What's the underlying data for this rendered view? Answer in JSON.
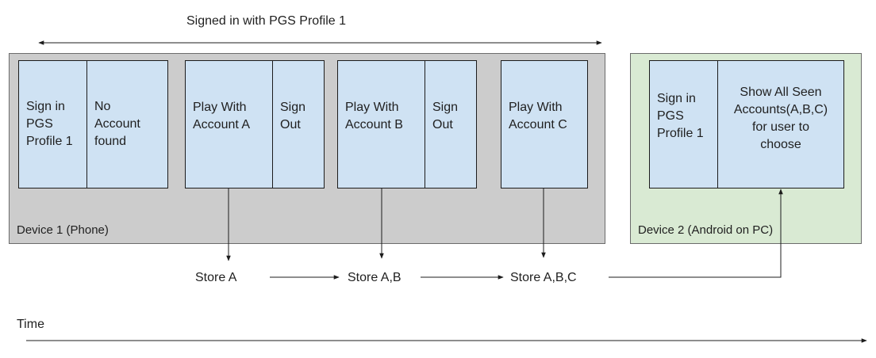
{
  "top_label": "Signed in with PGS Profile 1",
  "time_label": "Time",
  "colors": {
    "device1_bg": "#cccccc",
    "device2_bg": "#d9ead3",
    "cell_bg": "#cfe2f3",
    "line": "#1c1c1c"
  },
  "device1": {
    "label": "Device 1 (Phone)",
    "groups": [
      {
        "cells": [
          "Sign in\nPGS\nProfile 1",
          "No\nAccount\nfound"
        ]
      },
      {
        "cells": [
          "Play With\nAccount A",
          "Sign\nOut"
        ]
      },
      {
        "cells": [
          "Play With\nAccount B",
          "Sign\nOut"
        ]
      },
      {
        "cells": [
          "Play With\nAccount C"
        ]
      }
    ]
  },
  "device2": {
    "label": "Device 2 (Android on PC)",
    "cells": [
      "Sign in\nPGS\nProfile 1",
      "Show All Seen\nAccounts(A,B,C)\nfor user to\nchoose"
    ]
  },
  "stores": [
    "Store A",
    "Store A,B",
    "Store A,B,C"
  ]
}
